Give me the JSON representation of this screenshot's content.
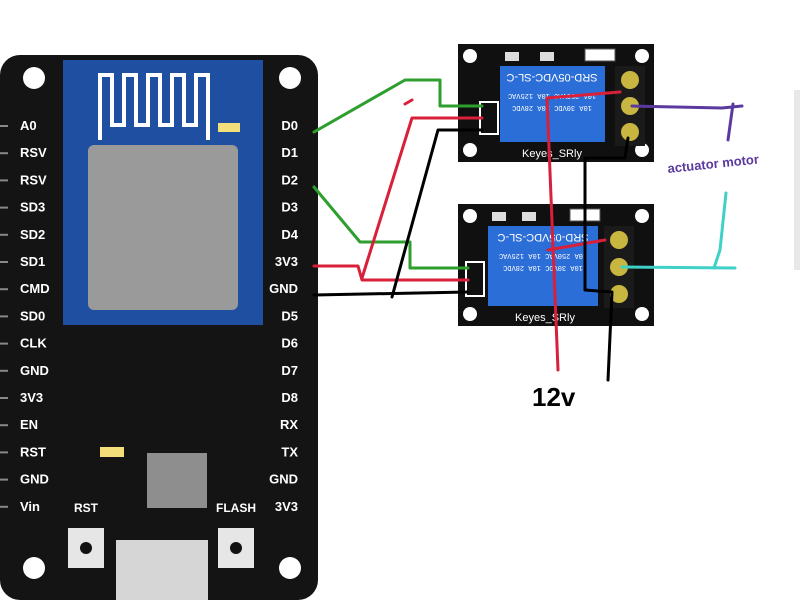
{
  "board": {
    "left_pins": [
      "A0",
      "RSV",
      "RSV",
      "SD3",
      "SD2",
      "SD1",
      "CMD",
      "SD0",
      "CLK",
      "GND",
      "3V3",
      "EN",
      "RST",
      "GND",
      "Vin"
    ],
    "right_pins": [
      "D0",
      "D1",
      "D2",
      "D3",
      "D4",
      "3V3",
      "GND",
      "D5",
      "D6",
      "D7",
      "D8",
      "RX",
      "TX",
      "GND",
      "3V3"
    ],
    "rst_button": "RST",
    "flash_button": "FLASH"
  },
  "relays": [
    {
      "module_label": "Keyes_SRly",
      "part_label": "SRD-05VDC-SL-C",
      "rating_1": "10A 250VAC  10A 125VAC",
      "rating_2": "10A 30VDC  10A 28VDC"
    },
    {
      "module_label": "Keyes_SRly",
      "part_label": "SRD-05VDC-SL-C",
      "rating_1": "10A 250VAC  10A 125VAC",
      "rating_2": "10A 30VDC  10A 28VDC"
    }
  ],
  "labels": {
    "supply": "12v",
    "actuator": "actuator motor"
  },
  "colors": {
    "board": "#141414",
    "chip": "#9a9a9a",
    "antenna_pcb": "#1f4fa0",
    "relay_pcb": "#101010",
    "relay_body": "#2c6ed8",
    "wire_green": "#2e9e2e",
    "wire_red": "#d8203a",
    "wire_black": "#000000",
    "wire_purple": "#5b3aa0",
    "wire_cyan": "#3fd0c8"
  }
}
